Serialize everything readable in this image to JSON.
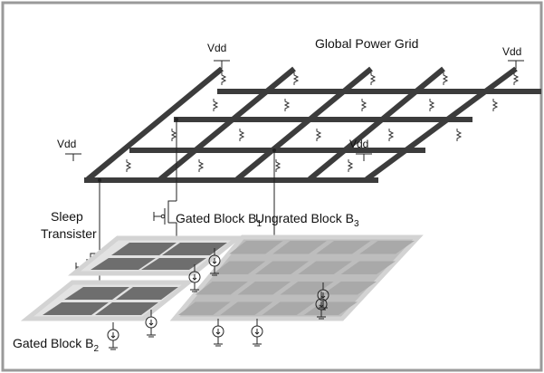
{
  "diagram": {
    "title": "Global Power Grid",
    "vdd_labels": [
      "Vdd",
      "Vdd",
      "Vdd",
      "Vdd"
    ],
    "sleep_transistor_label": [
      "Sleep",
      "Transister"
    ],
    "gated_block_1": {
      "text": "Gated Block B",
      "sub": "1"
    },
    "gated_block_2": {
      "text": "Gated Block B",
      "sub": "2"
    },
    "ungated_block_3": {
      "text": "Ungrated Block B",
      "sub": "3"
    }
  },
  "colors": {
    "rail": "#3c3c3c",
    "block_frame": "#d3d3d3",
    "gated_cell": "#6e6e6e",
    "ungated_cell": "#a9a9a9",
    "outer_border": "#9a9a9a"
  }
}
